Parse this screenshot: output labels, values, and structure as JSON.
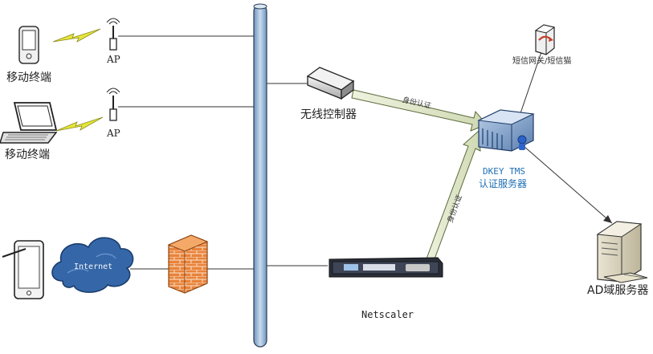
{
  "labels": {
    "mobile_terminal_1": "移动终端",
    "mobile_terminal_2": "移动终端",
    "ap_1": "AP",
    "ap_2": "AP",
    "wireless_controller": "无线控制器",
    "sms_gateway": "短信网关/短信猫",
    "dkey_line1": "DKEY TMS",
    "dkey_line2": "认证服务器",
    "ad_server": "AD域服务器",
    "netscaler": "Netscaler",
    "internet": "Internet",
    "auth_arrow_1": "身份认证",
    "auth_arrow_2": "身份认证"
  },
  "colors": {
    "bus": "#a9c4df",
    "arrow": "#dfe7c8",
    "firewall": "#e8833a",
    "cloud": "#2f5f9e",
    "lightning": "#e6e63a",
    "server_blue": "#4a7fc1",
    "dkey_text": "#1f6fb5"
  },
  "icons": [
    "phone-icon",
    "laptop-icon",
    "tablet-icon",
    "antenna-icon",
    "lightning-icon",
    "cloud-icon",
    "firewall-icon",
    "controller-icon",
    "netscaler-icon",
    "server-icon",
    "ad-server-icon",
    "sms-gateway-icon"
  ]
}
